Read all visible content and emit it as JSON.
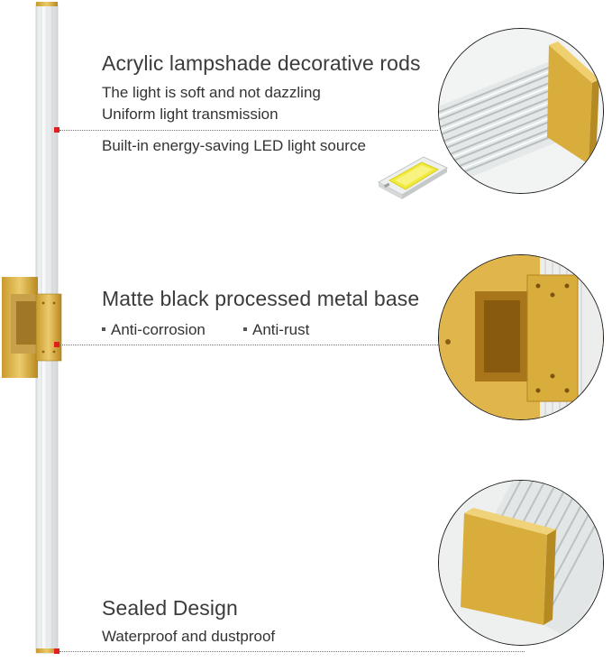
{
  "section1": {
    "title": "Acrylic lampshade decorative rods",
    "lines": [
      "The light is soft and not dazzling",
      "Uniform light transmission"
    ],
    "led_label": "Built-in energy-saving LED light source"
  },
  "section2": {
    "title": "Matte black processed metal base",
    "bullets": [
      "Anti-corrosion",
      "Anti-rust"
    ]
  },
  "section3": {
    "title": "Sealed Design",
    "line": "Waterproof and dustproof"
  },
  "colors": {
    "gold": "#d9ad3c",
    "gold_dark": "#a87c1c",
    "marker_red": "#e0201c",
    "rod_clear": "#eef1f1"
  },
  "icons": [
    "led-chip-icon"
  ]
}
